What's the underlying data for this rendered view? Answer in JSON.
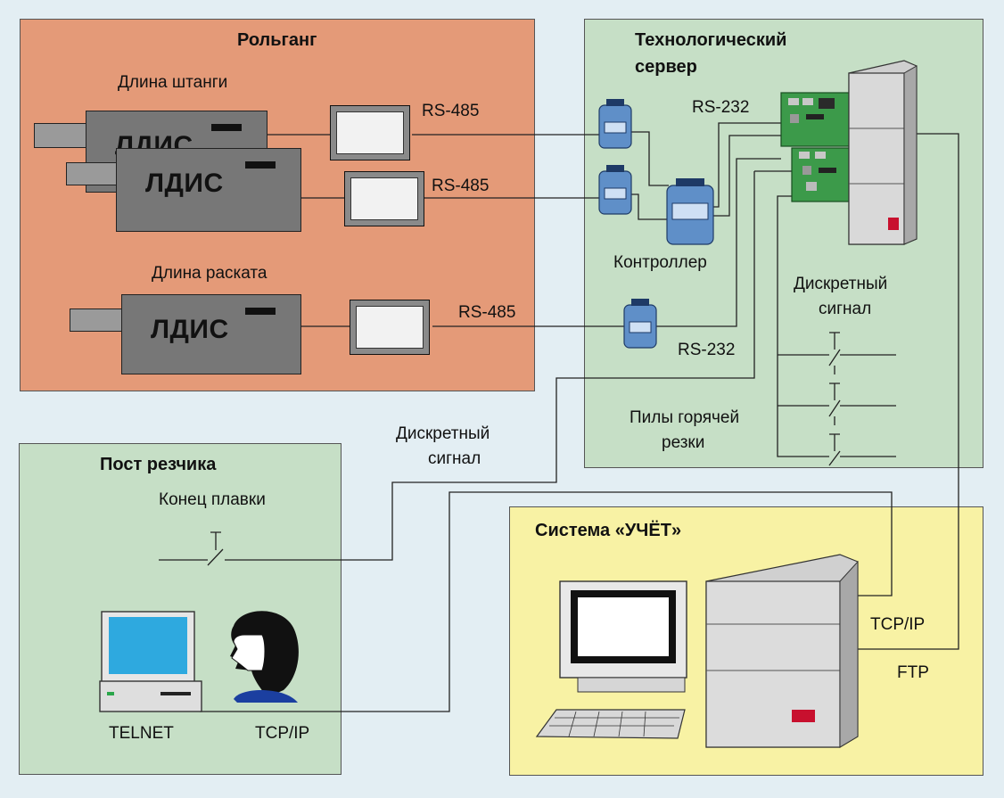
{
  "rolgang": {
    "title": "Рольганг",
    "bar_length_label": "Длина штанги",
    "roll_length_label": "Длина раската",
    "device_label": "ЛДИС",
    "rs485_label": "RS-485"
  },
  "server": {
    "title_line1": "Технологический",
    "title_line2": "сервер",
    "rs232_label": "RS-232",
    "controller_label": "Контроллер",
    "discrete_line1": "Дискретный",
    "discrete_line2": "сигнал",
    "saws_line1": "Пилы горячей",
    "saws_line2": "резки"
  },
  "mid": {
    "discrete_line1": "Дискретный",
    "discrete_line2": "сигнал"
  },
  "post": {
    "title": "Пост резчика",
    "end_melt_label": "Конец плавки",
    "telnet_label": "TELNET",
    "tcpip_label": "TCP/IP"
  },
  "uchet": {
    "title": "Система «УЧЁТ»",
    "tcpip_label": "TCP/IP",
    "ftp_label": "FTP"
  },
  "colors": {
    "rolgang_bg": "#e49a78",
    "server_bg": "#c6dfc6",
    "post_bg": "#c6dfc6",
    "uchet_bg": "#f8f2a4",
    "page_bg": "#e3eef3",
    "converter_blue": "#5f8fc8",
    "pcb_green": "#3c9a4a"
  }
}
